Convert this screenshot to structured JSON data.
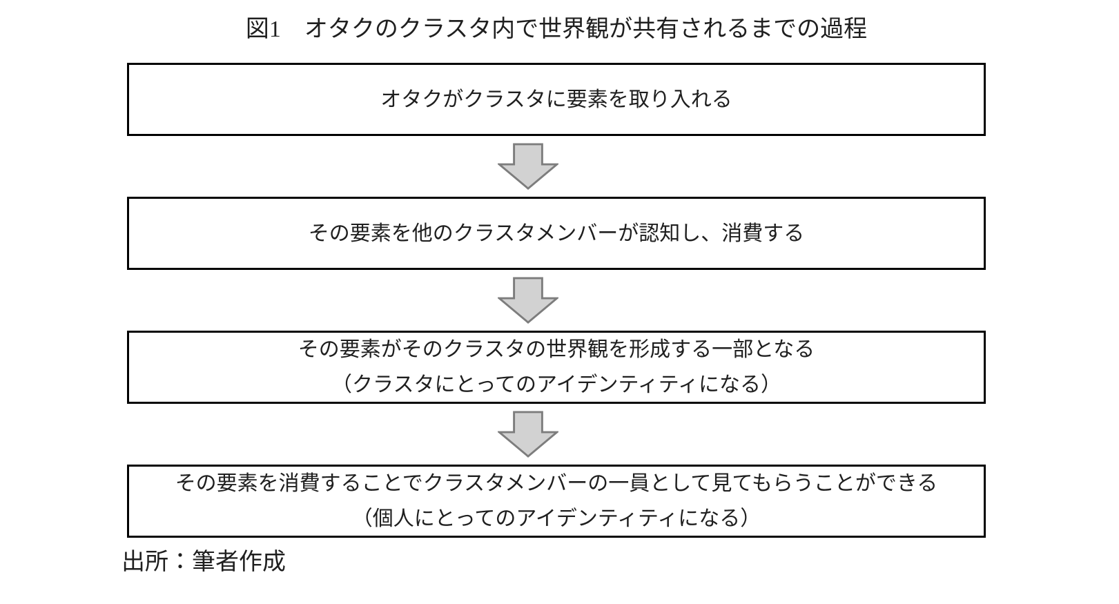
{
  "figure": {
    "title": "図1　オタクのクラスタ内で世界観が共有されるまでの過程",
    "source_note": "出所：筆者作成",
    "steps": [
      {
        "lines": [
          "オタクがクラスタに要素を取り入れる"
        ]
      },
      {
        "lines": [
          "その要素を他のクラスタメンバーが認知し、消費する"
        ]
      },
      {
        "lines": [
          "その要素がそのクラスタの世界観を形成する一部となる",
          "（クラスタにとってのアイデンティティになる）"
        ]
      },
      {
        "lines": [
          "その要素を消費することでクラスタメンバーの一員として見てもらうことができる",
          "（個人にとってのアイデンティティになる）"
        ]
      }
    ],
    "arrow_icon": "down-block-arrow",
    "colors": {
      "background": "#ffffff",
      "box_border": "#000000",
      "text": "#1f1f1f",
      "arrow_fill": "#d2d2d2",
      "arrow_border": "#7d7d7d"
    }
  }
}
